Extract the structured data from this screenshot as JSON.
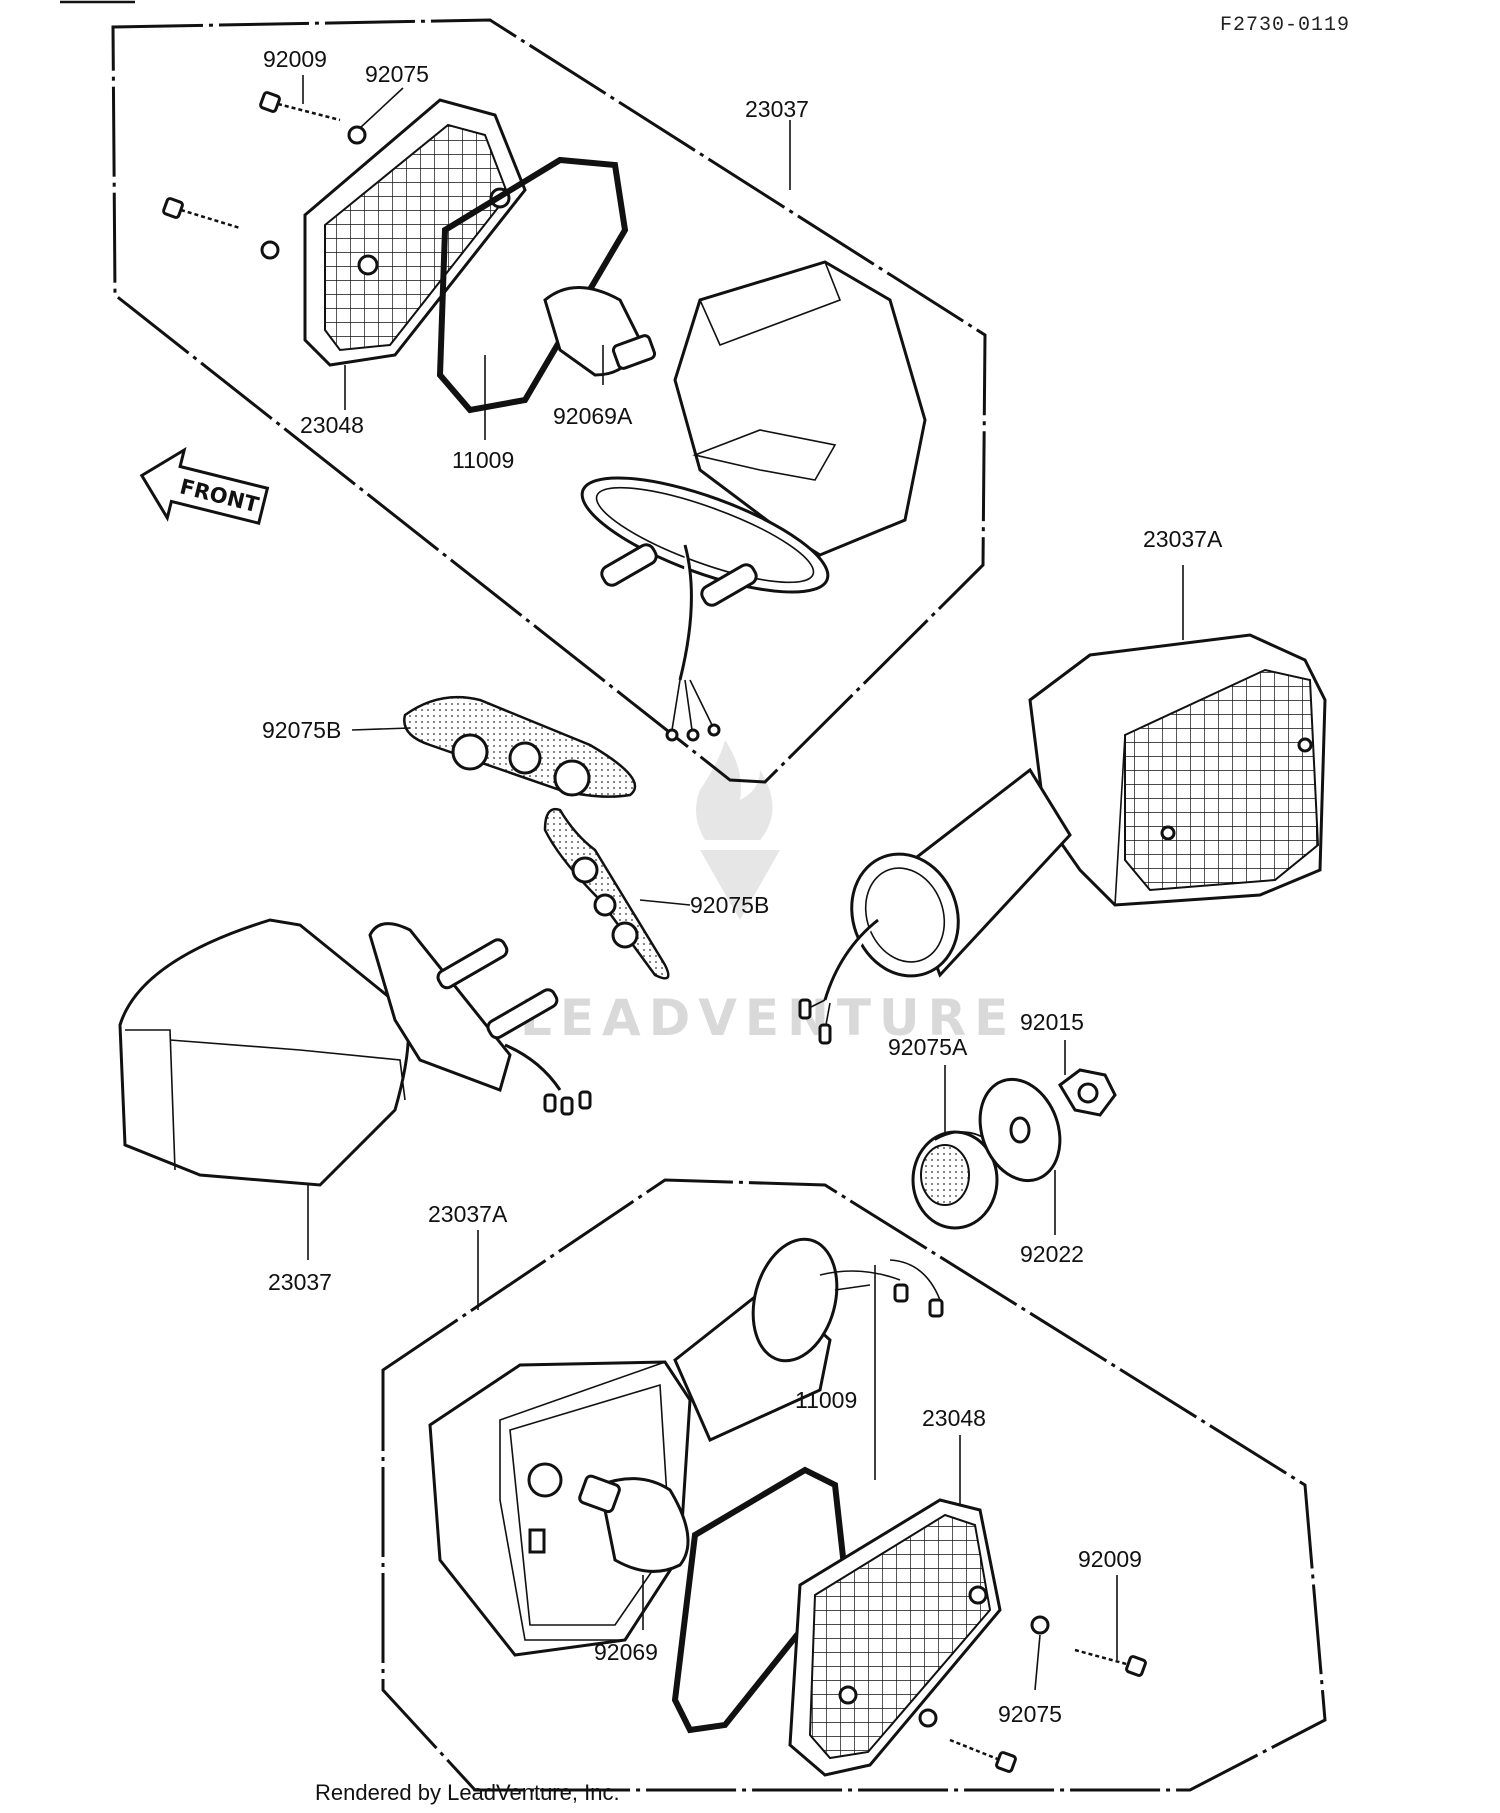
{
  "diagram": {
    "ref_code": "F2730-0119",
    "footer": "Rendered by LeadVenture, Inc.",
    "watermark": "LEADVENTURE",
    "front_arrow_label": "FRONT",
    "labels": {
      "p92009_top": "92009",
      "p92075_top": "92075",
      "p23037_top": "23037",
      "p23048_top": "23048",
      "p11009_top": "11009",
      "p92069A": "92069A",
      "p23037A_right": "23037A",
      "p92075B_upper": "92075B",
      "p92075B_lower": "92075B",
      "p92015": "92015",
      "p92075A": "92075A",
      "p92022": "92022",
      "p23037_left": "23037",
      "p23037A_bottom": "23037A",
      "p11009_bottom": "11009",
      "p23048_bottom": "23048",
      "p92009_bottom": "92009",
      "p92069": "92069",
      "p92075_bottom": "92075"
    }
  }
}
